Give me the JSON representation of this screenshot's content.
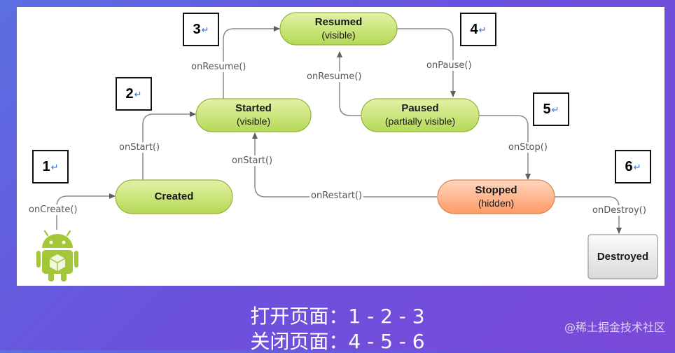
{
  "nodes": {
    "resumed": {
      "title": "Resumed",
      "subtitle": "(visible)"
    },
    "started": {
      "title": "Started",
      "subtitle": "(visible)"
    },
    "paused": {
      "title": "Paused",
      "subtitle": "(partially visible)"
    },
    "created": {
      "title": "Created",
      "subtitle": ""
    },
    "stopped": {
      "title": "Stopped",
      "subtitle": "(hidden)"
    },
    "destroyed": {
      "title": "Destroyed",
      "subtitle": ""
    }
  },
  "edges": {
    "on_create": "onCreate()",
    "on_start_1": "onStart()",
    "on_resume_1": "onResume()",
    "on_resume_2": "onResume()",
    "on_pause": "onPause()",
    "on_stop": "onStop()",
    "on_start_2": "onStart()",
    "on_restart": "onRestart()",
    "on_destroy": "onDestroy()"
  },
  "steps": {
    "s1": "1",
    "s2": "2",
    "s3": "3",
    "s4": "4",
    "s5": "5",
    "s6": "6",
    "return_mark": "↵"
  },
  "captions": {
    "open": "打开页面：1 - 2 - 3",
    "close": "关闭页面：4 - 5 - 6"
  },
  "watermark": "@稀土掘金技术社区",
  "colors": {
    "green_node": "#c5e36b",
    "orange_node": "#ffb48a",
    "gray_node": "#e6e6e6",
    "arrow": "#666666",
    "android": "#a4c639"
  },
  "icons": {
    "android": "android-robot-icon"
  }
}
